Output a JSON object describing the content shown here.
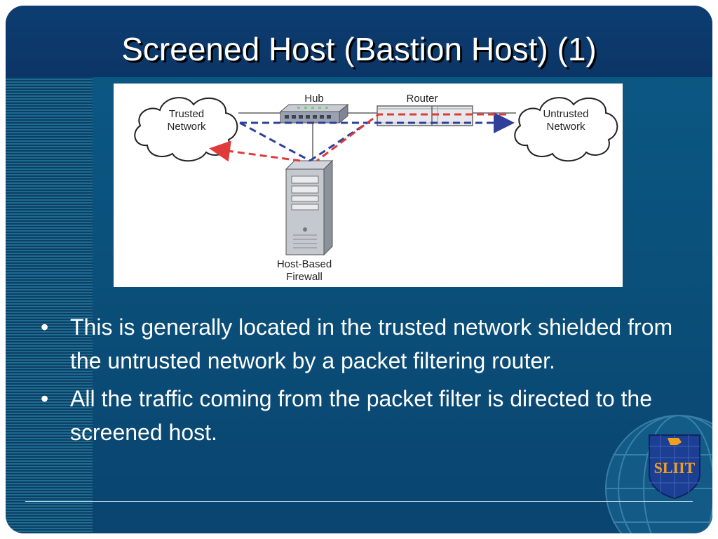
{
  "slide": {
    "title": "Screened Host (Bastion Host) (1)",
    "background_color": "#0a4f79",
    "title_bar_color": "#0d3d72"
  },
  "diagram": {
    "labels": {
      "hub": "Hub",
      "router": "Router",
      "trusted_line1": "Trusted",
      "trusted_line2": "Network",
      "untrusted_line1": "Untrusted",
      "untrusted_line2": "Network",
      "firewall_line1": "Host-Based",
      "firewall_line2": "Firewall"
    },
    "colors": {
      "red_path": "#e03a3a",
      "blue_path": "#2f3f9a"
    }
  },
  "bullets": [
    "This is generally located in the trusted network shielded from the untrusted network by a packet filtering router.",
    "All the traffic coming from the packet filter is directed to the screened host."
  ],
  "bullet_symbol": "•",
  "logo": {
    "text": "SLIIT"
  }
}
